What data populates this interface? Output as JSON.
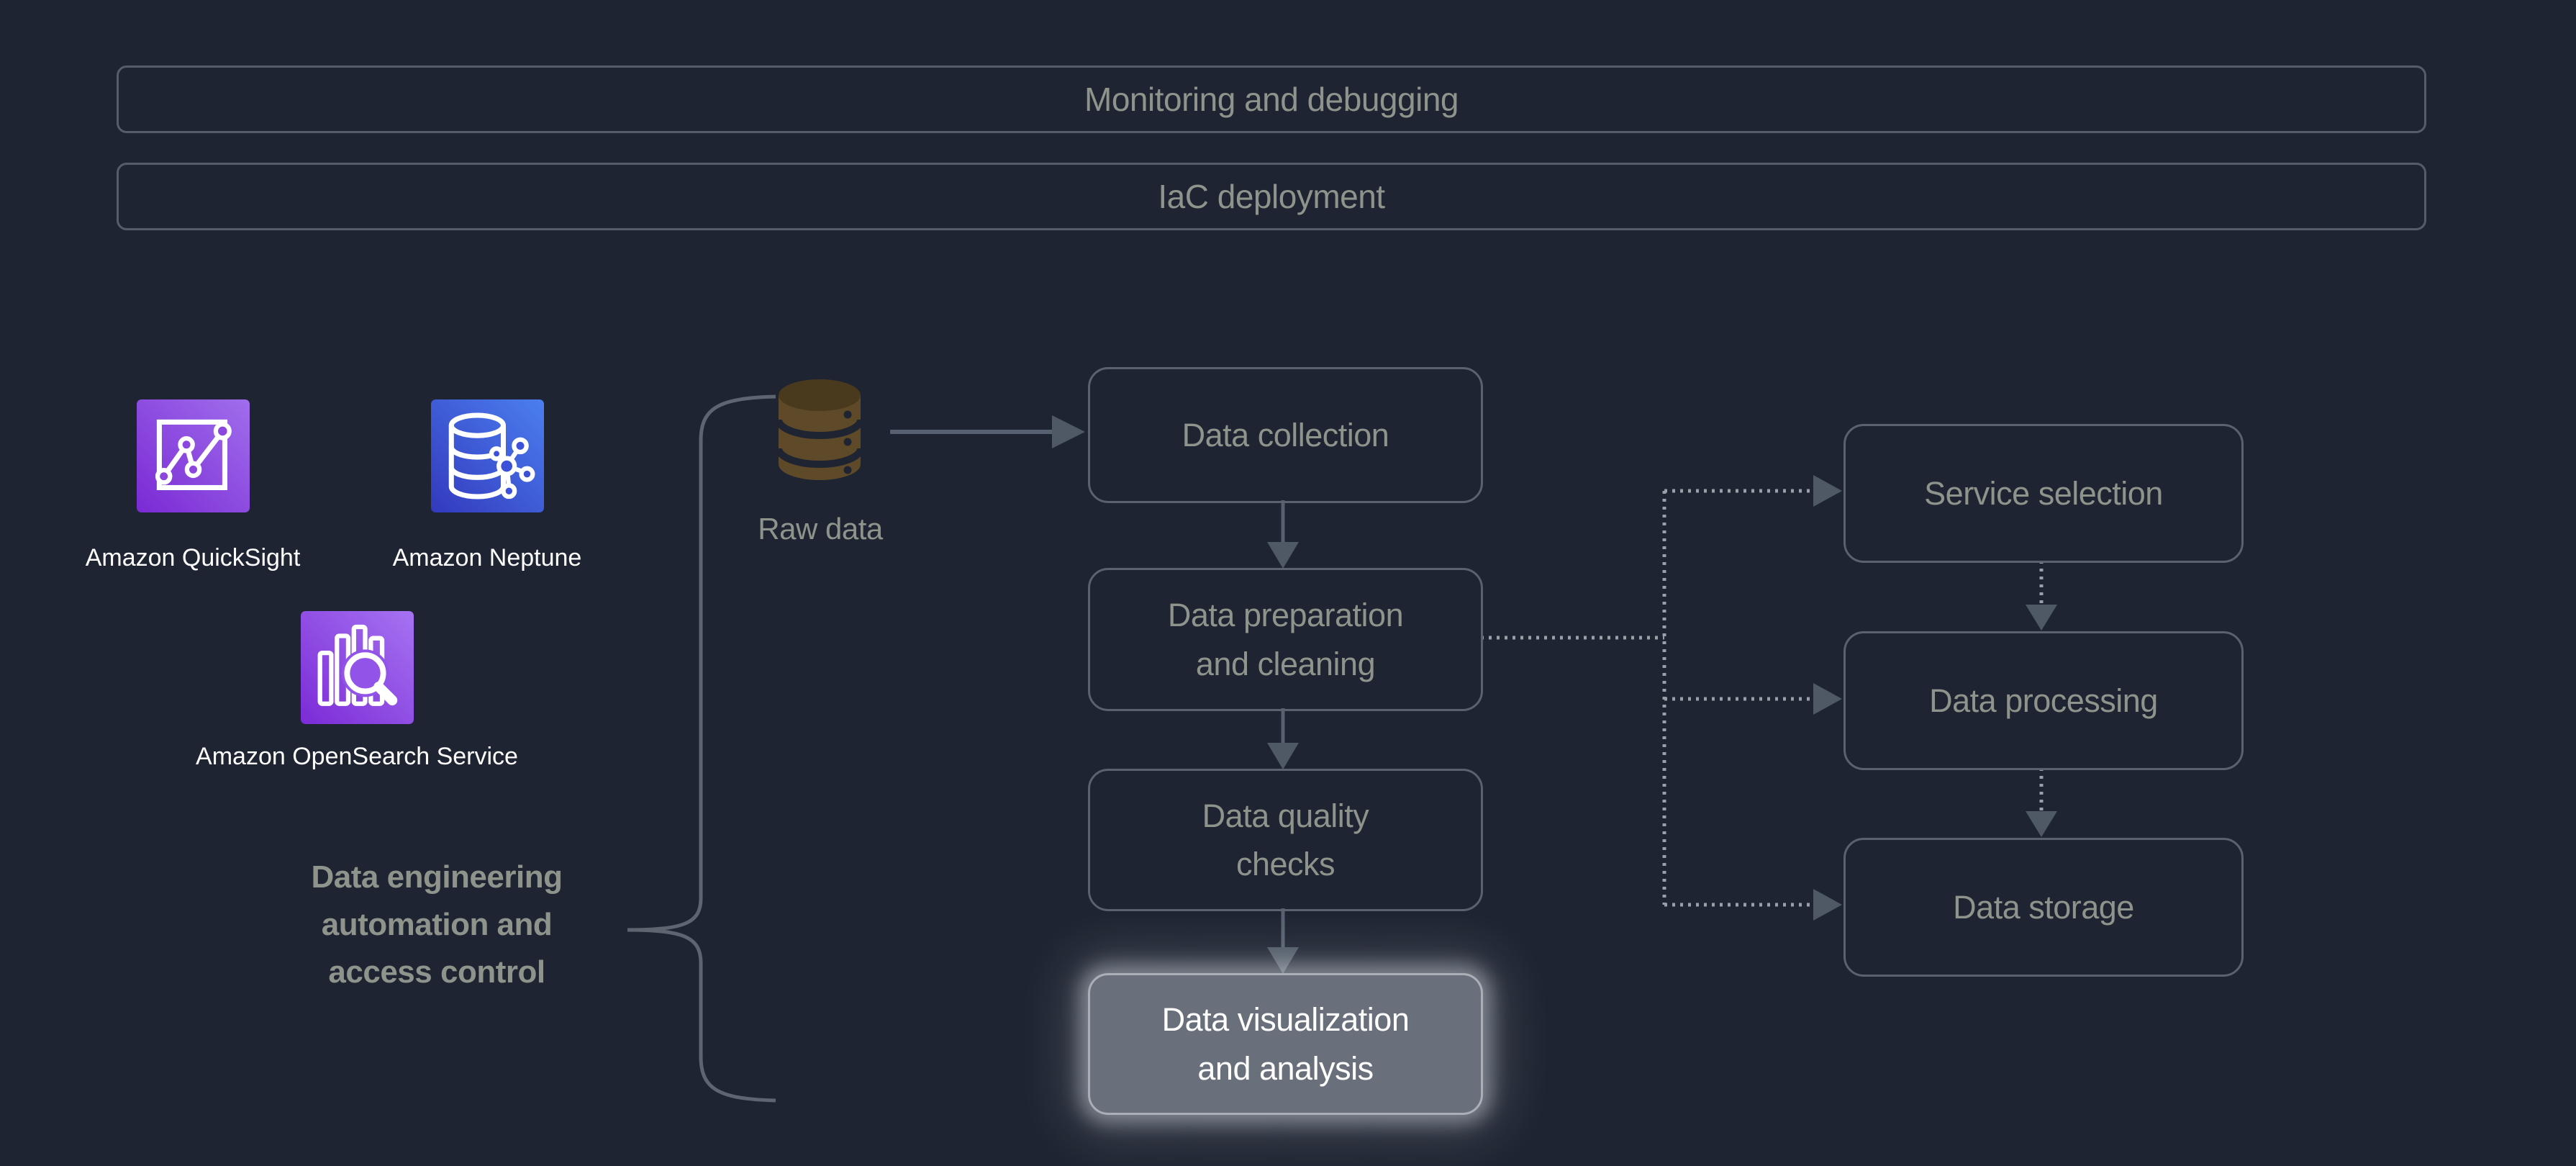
{
  "colors": {
    "background": "#1e2431",
    "box_border": "#5a6270",
    "box_text": "#8e948b",
    "banner_border": "#565d6a",
    "arrow": "#566070",
    "arrowhead": "#4f5865",
    "dotted": "#99a0a8",
    "brace": "#5d6570",
    "highlight_fill": "#6a707b",
    "highlight_border": "#a9aeb7",
    "highlight_text": "#ffffff",
    "cylinder_body": "#5e4a28",
    "cylinder_top": "#49391d",
    "label_white": "#ffffff",
    "quicksight_grad_dark": "#7a2ad4",
    "quicksight_grad_light": "#a06eec",
    "neptune_grad_dark": "#3339bd",
    "neptune_grad_light": "#4b7ff0",
    "opensearch_grad_dark": "#7b2bd6",
    "opensearch_grad_light": "#a673f2"
  },
  "banners": [
    {
      "label": "Monitoring and debugging"
    },
    {
      "label": "IaC deployment"
    }
  ],
  "services": [
    {
      "name": "Amazon QuickSight",
      "icon": "quicksight-chart-icon"
    },
    {
      "name": "Amazon Neptune",
      "icon": "neptune-graph-database-icon"
    },
    {
      "name": "Amazon OpenSearch Service",
      "icon": "opensearch-bars-magnifier-icon"
    }
  ],
  "group_label": {
    "lines": [
      "Data engineering",
      "automation and",
      "access control"
    ]
  },
  "raw_data": {
    "label": "Raw data",
    "icon": "database-cylinder-icon"
  },
  "pipeline": [
    {
      "lines": [
        "Data collection",
        ""
      ],
      "highlighted": false
    },
    {
      "lines": [
        "Data preparation",
        "and cleaning"
      ],
      "highlighted": false
    },
    {
      "lines": [
        "Data quality",
        "checks"
      ],
      "highlighted": false
    },
    {
      "lines": [
        "Data visualization",
        "and analysis"
      ],
      "highlighted": true
    }
  ],
  "right_column": [
    {
      "lines": [
        "Service selection"
      ]
    },
    {
      "lines": [
        "Data processing"
      ]
    },
    {
      "lines": [
        "Data storage"
      ]
    }
  ]
}
